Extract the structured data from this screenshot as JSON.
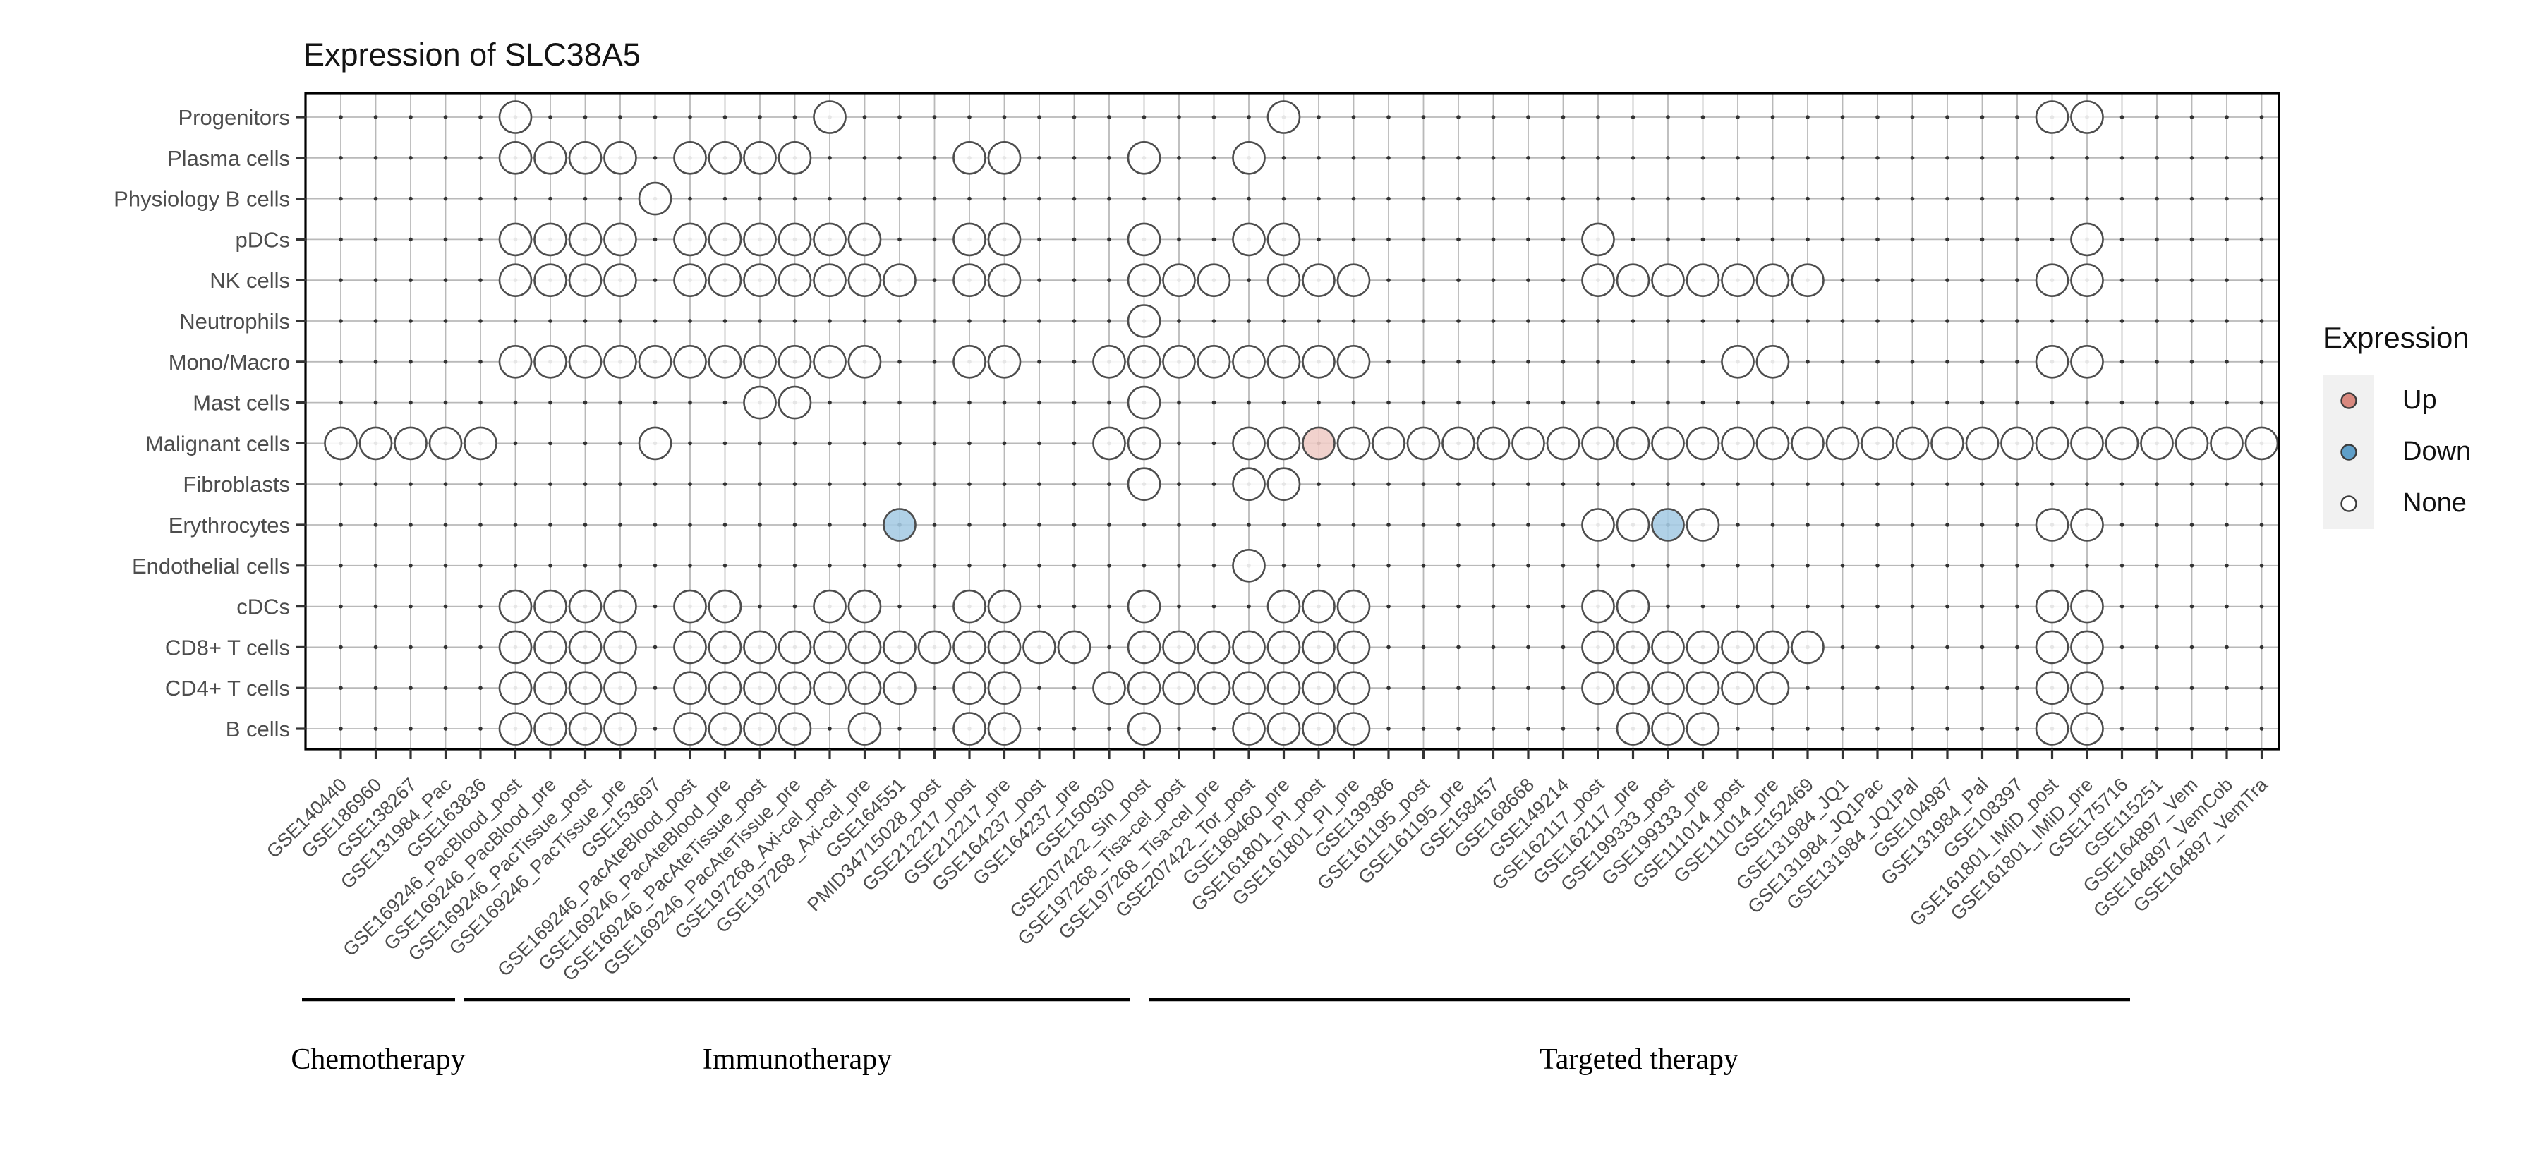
{
  "title": "Expression of SLC38A5",
  "legend": {
    "title": "Expression",
    "items": [
      {
        "label": "Up",
        "color": "#d9897f"
      },
      {
        "label": "Down",
        "color": "#5f9fc9"
      },
      {
        "label": "None",
        "color": "#ffffff"
      }
    ]
  },
  "groups": [
    {
      "label": "Chemotherapy",
      "start": 1,
      "end": 4
    },
    {
      "label": "Immunotherapy",
      "start": 5,
      "end": 23
    },
    {
      "label": "Targeted therapy",
      "start": 24,
      "end": 52
    }
  ],
  "chart_data": {
    "type": "dot-matrix",
    "title": "Expression of SLC38A5",
    "legend_title": "Expression",
    "legend_levels": [
      "Up",
      "Down",
      "None"
    ],
    "status_colors": {
      "up": "#efccc6",
      "down": "#a5cbe4",
      "none": "#ffffff"
    },
    "x_categories": [
      "GSE140440",
      "GSE186960",
      "GSE138267",
      "GSE131984_Pac",
      "GSE163836",
      "GSE169246_PacBlood_post",
      "GSE169246_PacBlood_pre",
      "GSE169246_PacTissue_post",
      "GSE169246_PacTissue_pre",
      "GSE153697",
      "GSE169246_PacAteBlood_post",
      "GSE169246_PacAteBlood_pre",
      "GSE169246_PacAteTissue_post",
      "GSE169246_PacAteTissue_pre",
      "GSE197268_Axi-cel_post",
      "GSE197268_Axi-cel_pre",
      "GSE164551",
      "PMID34715028_post",
      "GSE212217_post",
      "GSE212217_pre",
      "GSE164237_post",
      "GSE164237_pre",
      "GSE150930",
      "GSE207422_Sin_post",
      "GSE197268_Tisa-cel_post",
      "GSE197268_Tisa-cel_pre",
      "GSE207422_Tor_post",
      "GSE189460_pre",
      "GSE161801_PI_post",
      "GSE161801_PI_pre",
      "GSE139386",
      "GSE161195_post",
      "GSE161195_pre",
      "GSE158457",
      "GSE168668",
      "GSE149214",
      "GSE162117_post",
      "GSE162117_pre",
      "GSE199333_post",
      "GSE199333_pre",
      "GSE111014_post",
      "GSE111014_pre",
      "GSE152469",
      "GSE131984_JQ1",
      "GSE131984_JQ1Pac",
      "GSE131984_JQ1Pal",
      "GSE104987",
      "GSE131984_Pal",
      "GSE108397",
      "GSE161801_IMiD_post",
      "GSE161801_IMiD_pre",
      "GSE175716",
      "GSE115251",
      "GSE164897_Vem",
      "GSE164897_VemCob",
      "GSE164897_VemTra"
    ],
    "y_categories": [
      "Progenitors",
      "Plasma cells",
      "Physiology B cells",
      "pDCs",
      "NK cells",
      "Neutrophils",
      "Mono/Macro",
      "Mast cells",
      "Malignant cells",
      "Fibroblasts",
      "Erythrocytes",
      "Endothelial cells",
      "cDCs",
      "CD8+ T cells",
      "CD4+ T cells",
      "B cells"
    ],
    "rows": [
      {
        "label": "Progenitors",
        "none": [
          6,
          15,
          28,
          50,
          51
        ],
        "up": [],
        "down": []
      },
      {
        "label": "Plasma cells",
        "none": [
          6,
          7,
          8,
          9,
          11,
          12,
          13,
          14,
          19,
          20,
          24,
          27
        ],
        "up": [],
        "down": []
      },
      {
        "label": "Physiology B cells",
        "none": [
          10
        ],
        "up": [],
        "down": []
      },
      {
        "label": "pDCs",
        "none": [
          6,
          7,
          8,
          9,
          11,
          12,
          13,
          14,
          15,
          16,
          19,
          20,
          24,
          27,
          28,
          37,
          51
        ],
        "up": [],
        "down": []
      },
      {
        "label": "NK cells",
        "none": [
          6,
          7,
          8,
          9,
          11,
          12,
          13,
          14,
          15,
          16,
          17,
          19,
          20,
          24,
          25,
          26,
          28,
          29,
          30,
          37,
          38,
          39,
          40,
          41,
          42,
          43,
          50,
          51
        ],
        "up": [],
        "down": []
      },
      {
        "label": "Neutrophils",
        "none": [
          24
        ],
        "up": [],
        "down": []
      },
      {
        "label": "Mono/Macro",
        "none": [
          6,
          7,
          8,
          9,
          10,
          11,
          12,
          13,
          14,
          15,
          16,
          19,
          20,
          23,
          24,
          25,
          26,
          27,
          28,
          29,
          30,
          41,
          42,
          50,
          51
        ],
        "up": [],
        "down": []
      },
      {
        "label": "Mast cells",
        "none": [
          13,
          14,
          24
        ],
        "up": [],
        "down": []
      },
      {
        "label": "Malignant cells",
        "none": [
          1,
          2,
          3,
          4,
          5,
          10,
          23,
          24,
          27,
          28,
          30,
          31,
          32,
          33,
          34,
          35,
          36,
          37,
          38,
          39,
          40,
          41,
          42,
          43,
          44,
          45,
          46,
          47,
          48,
          49,
          50,
          51,
          52,
          53,
          54,
          55,
          56
        ],
        "up": [
          29
        ],
        "down": []
      },
      {
        "label": "Fibroblasts",
        "none": [
          24,
          27,
          28
        ],
        "up": [],
        "down": []
      },
      {
        "label": "Erythrocytes",
        "none": [
          37,
          38,
          40,
          50,
          51
        ],
        "up": [],
        "down": [
          17,
          39
        ]
      },
      {
        "label": "Endothelial cells",
        "none": [
          27
        ],
        "up": [],
        "down": []
      },
      {
        "label": "cDCs",
        "none": [
          6,
          7,
          8,
          9,
          11,
          12,
          15,
          16,
          19,
          20,
          24,
          28,
          29,
          30,
          37,
          38,
          50,
          51
        ],
        "up": [],
        "down": []
      },
      {
        "label": "CD8+ T cells",
        "none": [
          6,
          7,
          8,
          9,
          11,
          12,
          13,
          14,
          15,
          16,
          17,
          18,
          19,
          20,
          21,
          22,
          24,
          25,
          26,
          27,
          28,
          29,
          30,
          37,
          38,
          39,
          40,
          41,
          42,
          43,
          50,
          51
        ],
        "up": [],
        "down": []
      },
      {
        "label": "CD4+ T cells",
        "none": [
          6,
          7,
          8,
          9,
          11,
          12,
          13,
          14,
          15,
          16,
          17,
          19,
          20,
          23,
          24,
          25,
          26,
          27,
          28,
          29,
          30,
          37,
          38,
          39,
          40,
          41,
          42,
          50,
          51
        ],
        "up": [],
        "down": []
      },
      {
        "label": "B cells",
        "none": [
          6,
          7,
          8,
          9,
          11,
          12,
          13,
          14,
          16,
          19,
          20,
          24,
          27,
          28,
          29,
          30,
          38,
          39,
          40,
          50,
          51
        ],
        "up": [],
        "down": []
      }
    ],
    "x_group_annotations": [
      "Chemotherapy",
      "Immunotherapy",
      "Targeted therapy"
    ],
    "grid": true,
    "legend_position": "right"
  }
}
